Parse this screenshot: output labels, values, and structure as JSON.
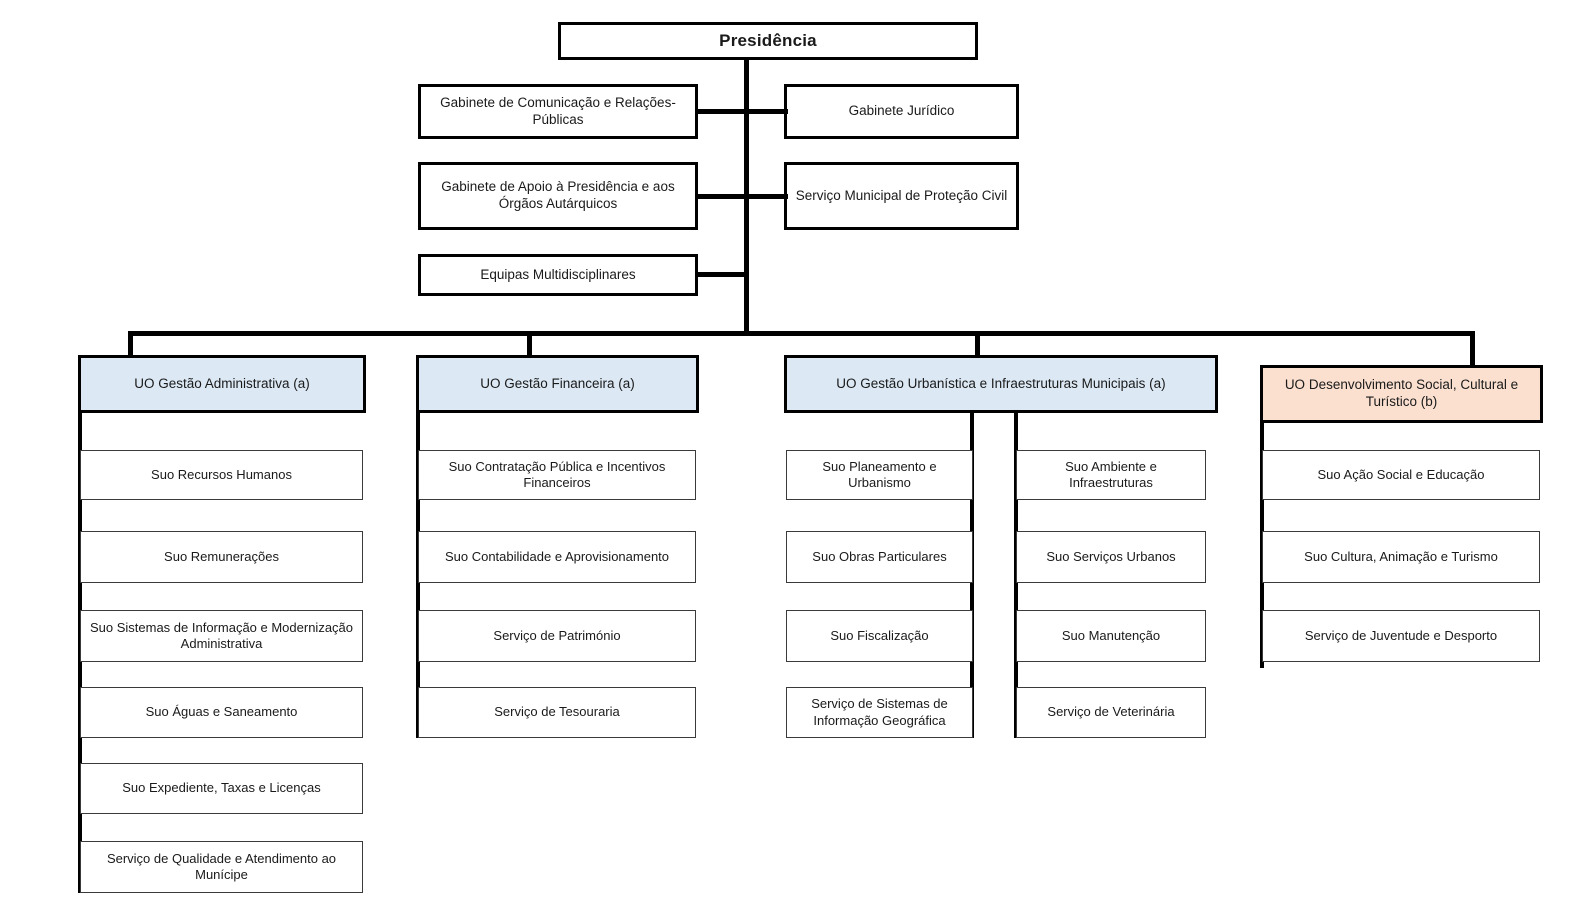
{
  "chart_data": {
    "type": "diagram",
    "subtype": "organizational-chart",
    "title": "Presidência",
    "language": "pt-PT",
    "colors": {
      "unit_blue": "#dce9f5",
      "unit_peach": "#fbe0d0",
      "line": "#000000",
      "leaf_border": "#3a3a3a",
      "background": "#ffffff"
    },
    "legend_markers": [
      "(a)",
      "(b)"
    ]
  },
  "root": {
    "label": "Presidência"
  },
  "staff_left": [
    {
      "label": "Gabinete de Comunicação e Relações-Públicas"
    },
    {
      "label": "Gabinete de Apoio à Presidência e aos Órgãos Autárquicos"
    },
    {
      "label": "Equipas Multidisciplinares"
    }
  ],
  "staff_right": [
    {
      "label": "Gabinete Jurídico"
    },
    {
      "label": "Serviço Municipal de Proteção Civil"
    }
  ],
  "units": [
    {
      "label": "UO Gestão Administrativa (a)",
      "fill": "blue",
      "children": [
        {
          "label": "Suo Recursos Humanos"
        },
        {
          "label": "Suo Remunerações"
        },
        {
          "label": "Suo Sistemas de Informação e Modernização Administrativa"
        },
        {
          "label": "Suo Águas e Saneamento"
        },
        {
          "label": "Suo Expediente, Taxas e Licenças"
        },
        {
          "label": "Serviço de Qualidade e Atendimento ao Munícipe"
        }
      ]
    },
    {
      "label": "UO Gestão Financeira (a)",
      "fill": "blue",
      "children": [
        {
          "label": "Suo Contratação Pública e Incentivos Financeiros"
        },
        {
          "label": "Suo Contabilidade e Aprovisionamento"
        },
        {
          "label": "Serviço de Património"
        },
        {
          "label": "Serviço de Tesouraria"
        }
      ]
    },
    {
      "label": "UO Gestão Urbanística e Infraestruturas Municipais (a)",
      "fill": "blue",
      "children_left": [
        {
          "label": "Suo Planeamento e Urbanismo"
        },
        {
          "label": "Suo Obras Particulares"
        },
        {
          "label": "Suo Fiscalização"
        },
        {
          "label": "Serviço de Sistemas de Informação Geográfica"
        }
      ],
      "children_right": [
        {
          "label": "Suo Ambiente e Infraestruturas"
        },
        {
          "label": "Suo Serviços Urbanos"
        },
        {
          "label": "Suo Manutenção"
        },
        {
          "label": "Serviço de Veterinária"
        }
      ]
    },
    {
      "label": "UO Desenvolvimento Social, Cultural e Turístico (b)",
      "fill": "peach",
      "children": [
        {
          "label": "Suo Ação Social e Educação"
        },
        {
          "label": "Suo Cultura, Animação e Turismo"
        },
        {
          "label": "Serviço de Juventude e Desporto"
        }
      ]
    }
  ]
}
